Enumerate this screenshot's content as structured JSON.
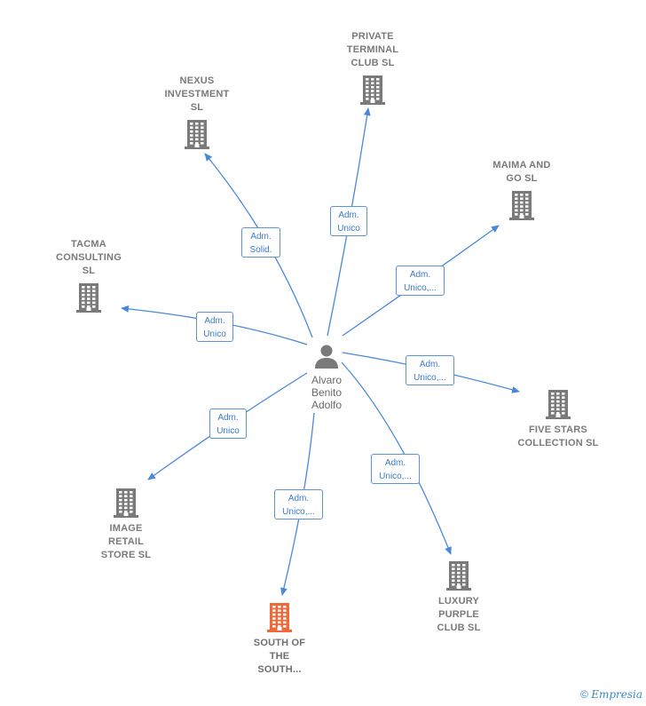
{
  "colors": {
    "edge": "#4a88d8",
    "building": "#7a7a7a",
    "building_highlight": "#ef6a3b",
    "label_border": "#5b93d6"
  },
  "person": {
    "name": "Alvaro\nBenito\nAdolfo",
    "icon": "person-icon"
  },
  "companies": [
    {
      "id": "private-terminal-club",
      "name": "PRIVATE\nTERMINAL\nCLUB  SL",
      "highlight": false,
      "icon": "building-icon"
    },
    {
      "id": "nexus-investment",
      "name": "NEXUS\nINVESTMENT\nSL",
      "highlight": false,
      "icon": "building-icon"
    },
    {
      "id": "maima-and-go",
      "name": "MAIMA AND\nGO  SL",
      "highlight": false,
      "icon": "building-icon"
    },
    {
      "id": "tacma-consulting",
      "name": "TACMA\nCONSULTING\nSL",
      "highlight": false,
      "icon": "building-icon"
    },
    {
      "id": "five-stars-collection",
      "name": "FIVE STARS\nCOLLECTION SL",
      "highlight": false,
      "icon": "building-icon"
    },
    {
      "id": "image-retail-store",
      "name": "IMAGE\nRETAIL\nSTORE SL",
      "highlight": false,
      "icon": "building-icon"
    },
    {
      "id": "luxury-purple-club",
      "name": "LUXURY\nPURPLE\nCLUB  SL",
      "highlight": false,
      "icon": "building-icon"
    },
    {
      "id": "south-of-the-south",
      "name": "SOUTH OF\nTHE\nSOUTH...",
      "highlight": true,
      "icon": "building-icon"
    }
  ],
  "relations": [
    {
      "to": "private-terminal-club",
      "label": "Adm.\nUnico"
    },
    {
      "to": "nexus-investment",
      "label": "Adm.\nSolid."
    },
    {
      "to": "maima-and-go",
      "label": "Adm.\nUnico,..."
    },
    {
      "to": "tacma-consulting",
      "label": "Adm.\nUnico"
    },
    {
      "to": "five-stars-collection",
      "label": "Adm.\nUnico,..."
    },
    {
      "to": "image-retail-store",
      "label": "Adm.\nUnico"
    },
    {
      "to": "luxury-purple-club",
      "label": "Adm.\nUnico,..."
    },
    {
      "to": "south-of-the-south",
      "label": "Adm.\nUnico,..."
    }
  ],
  "footer": {
    "copyright": "©",
    "brand": "Empresia"
  }
}
